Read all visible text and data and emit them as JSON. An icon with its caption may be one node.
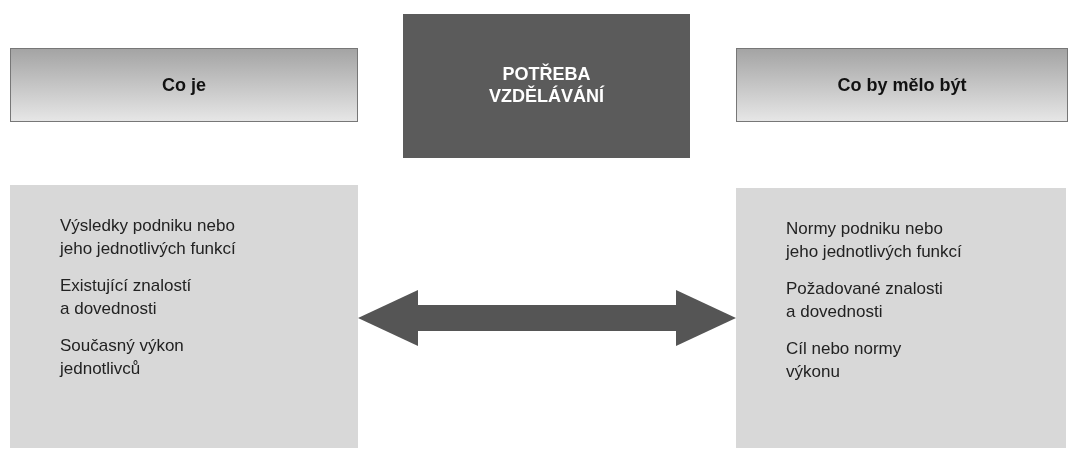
{
  "diagram": {
    "nodes": [
      {
        "text": [
          "Co je"
        ]
      },
      {
        "text": [
          "POTŘEBA VZDĚLÁVÁNÍ"
        ]
      },
      {
        "text": [
          "Co by mělo být"
        ]
      },
      {
        "text": [
          "Výsledky podniku nebo jeho jednotlivých funkcí",
          "Existující znalostí a dovednosti",
          "Současný výkon jednotlivců"
        ]
      },
      {
        "text": [
          "Normy podniku nebo jeho jednotlivých funkcí",
          "Požadované znalosti a dovednosti",
          "Cíl nebo normy výkonu"
        ]
      }
    ],
    "edges": [
      {
        "from": 3,
        "to": 4,
        "arrow": "both"
      }
    ]
  }
}
